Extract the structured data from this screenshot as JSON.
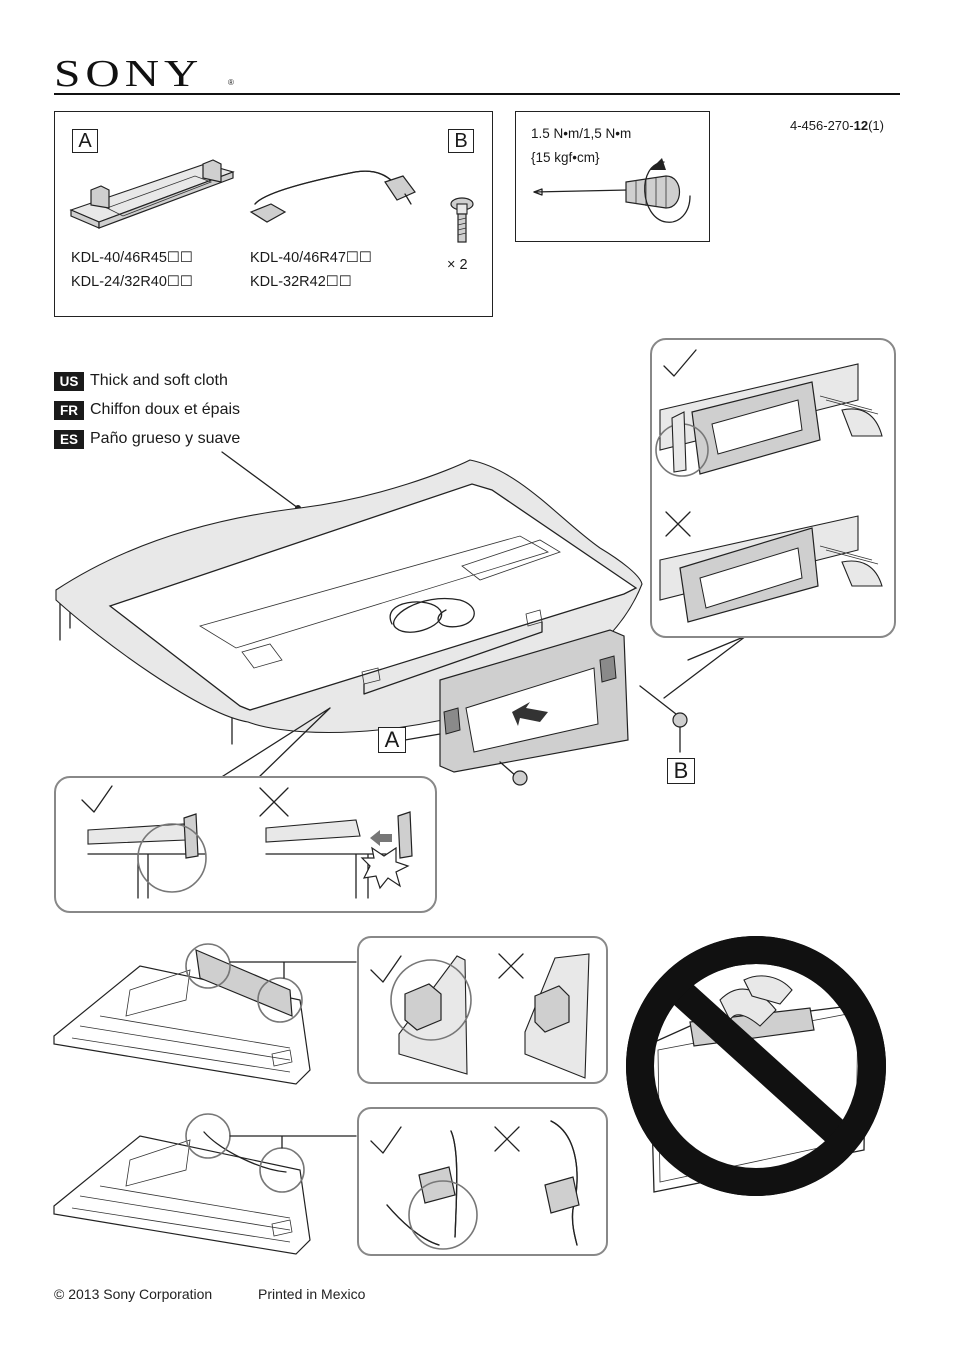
{
  "header": {
    "brand": "SONY",
    "registered": "®"
  },
  "parts_box": {
    "label_a": "A",
    "label_b": "B",
    "models_a": [
      "KDL-40/46R45☐☐",
      "KDL-24/32R40☐☐"
    ],
    "models_b": [
      "KDL-40/46R47☐☐",
      "KDL-32R42☐☐"
    ],
    "screw_qty": "× 2"
  },
  "torque_box": {
    "line1": "1.5 N•m/1,5 N•m",
    "line2": "{15 kgf•cm}"
  },
  "doc_number": {
    "prefix": "4-456-270-",
    "bold": "12",
    "suffix": "(1)"
  },
  "cloth_note": [
    {
      "lang": "US",
      "text": "Thick and soft cloth"
    },
    {
      "lang": "FR",
      "text": "Chiffon doux et épais"
    },
    {
      "lang": "ES",
      "text": "Paño grueso y suave"
    }
  ],
  "callouts": {
    "label_a": "A",
    "label_b": "B"
  },
  "footer": {
    "copyright": "© 2013 Sony Corporation",
    "printed": "Printed in Mexico"
  }
}
